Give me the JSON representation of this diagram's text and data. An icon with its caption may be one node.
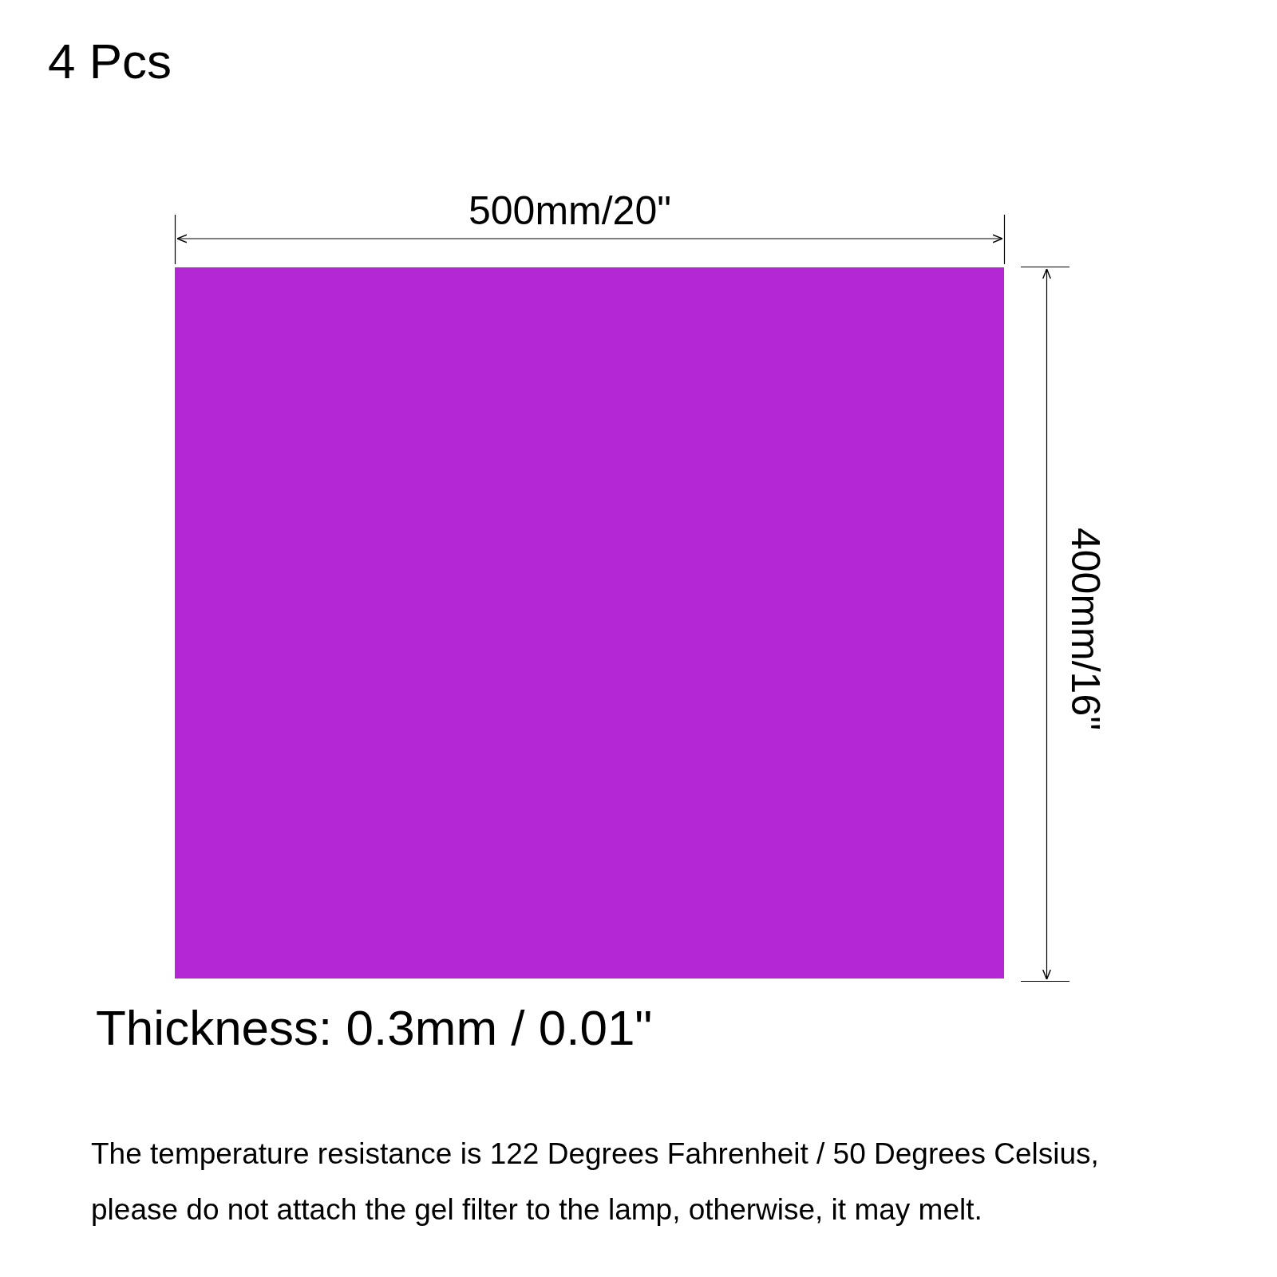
{
  "diagram": {
    "title": "4 Pcs",
    "nodes": [
      {
        "text": [],
        "shape": "box"
      }
    ],
    "labels": [
      "500mm/20\"",
      "400mm/16\"",
      "Thickness: 0.3mm / 0.01\"",
      "The temperature resistance is 122 Degrees Fahrenheit / 50 Degrees Celsius, please do not attach the gel filter to the lamp, otherwise, it may melt."
    ]
  }
}
